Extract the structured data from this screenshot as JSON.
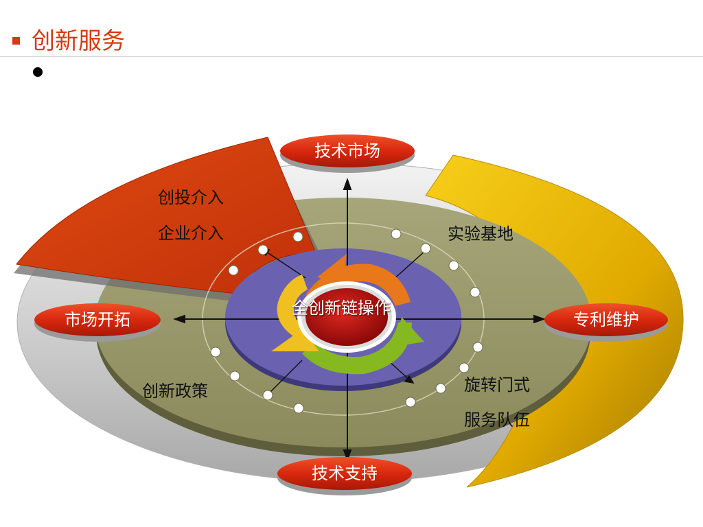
{
  "slide": {
    "title": "创新服务",
    "bullet": ""
  },
  "diagram": {
    "center_label": "全创新链操作",
    "directions": {
      "top": "技术市场",
      "right": "专利维护",
      "bottom": "技术支持",
      "left": "市场开拓"
    },
    "quadrants": {
      "top_left": [
        "创投介入",
        "企业介入"
      ],
      "top_right": [
        "实验基地"
      ],
      "bottom_left": [
        "创新政策"
      ],
      "bottom_right": [
        "旋转门式",
        "服务队伍"
      ]
    }
  },
  "colors": {
    "title": "#d43a10",
    "red_sector": "#d23c0c",
    "gold_sector": "#e8b800",
    "olive_ring": "#9a9a6a",
    "purple_ring": "#6a62b0",
    "pill": "#d82a10"
  }
}
